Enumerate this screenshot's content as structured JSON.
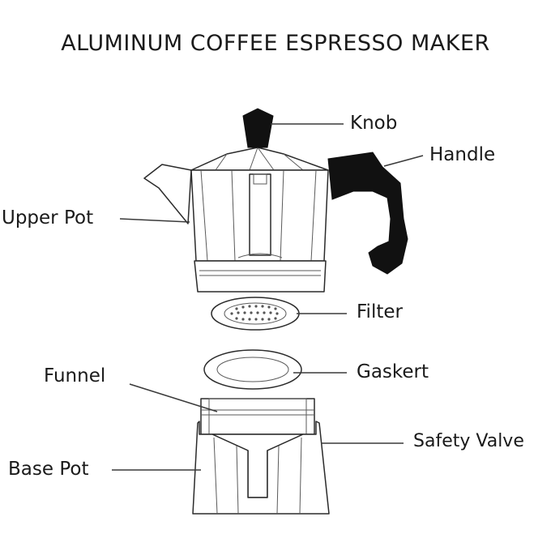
{
  "title": "ALUMINUM COFFEE ESPRESSO MAKER",
  "labels": {
    "knob": "Knob",
    "handle": "Handle",
    "upper_pot": "Upper Pot",
    "filter": "Filter",
    "gasket": "Gaskert",
    "funnel": "Funnel",
    "safety_valve": "Safety Valve",
    "base_pot": "Base Pot"
  },
  "colors": {
    "line": "#2b2b2b",
    "handle_fill": "#111111",
    "background": "#ffffff"
  }
}
